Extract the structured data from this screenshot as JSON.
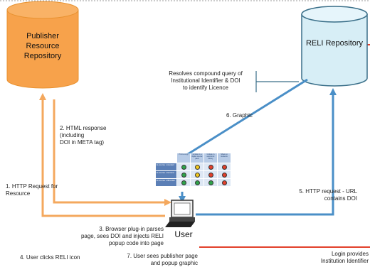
{
  "colors": {
    "publisher": "#f7a24b",
    "publisher_dark": "#e07d1f",
    "reli": "#d7eef6",
    "reli_stroke": "#3a6f89",
    "orange_line": "#f4a85e",
    "blue_line": "#4a8fc7",
    "red_line": "#e2402b",
    "dashed_top": "#7f7f7f"
  },
  "nodes": {
    "publisher": "Publisher Resource Repository",
    "reli": "RELI Repository",
    "user": "User"
  },
  "labels": {
    "resolves": [
      "Resolves compound query of",
      "Institutional Identifier & DOI",
      "to identify Licence"
    ],
    "graphic": "6. Graphic",
    "html_response": [
      "2. HTML response",
      "(including",
      "DOI in META tag)"
    ],
    "http_request": [
      "1. HTTP Request for",
      "Resource"
    ],
    "http_url": [
      "5. HTTP request - URL",
      "contains DOI"
    ],
    "plugin": [
      "3. Browser plug-in parses",
      "page, sees DOI and injects RELI",
      "popup code into page"
    ],
    "clicks": "4. User clicks RELI icon",
    "sees": [
      "7. User sees  publisher page",
      "and popup graphic"
    ],
    "login": [
      "Login provides",
      "Institution Identifier"
    ]
  },
  "popup_table": {
    "headers": [
      "Print a copy",
      "Include in a digital course pack",
      "Include in electronic library",
      "Share to students"
    ],
    "rows": [
      "E-course s student",
      "E-course s lecturer",
      "E-course s librarian"
    ],
    "statuses": [
      [
        "green",
        "yellow",
        "red",
        "red"
      ],
      [
        "green",
        "yellow",
        "red",
        "red"
      ],
      [
        "green",
        "green",
        "green",
        "red"
      ]
    ]
  }
}
